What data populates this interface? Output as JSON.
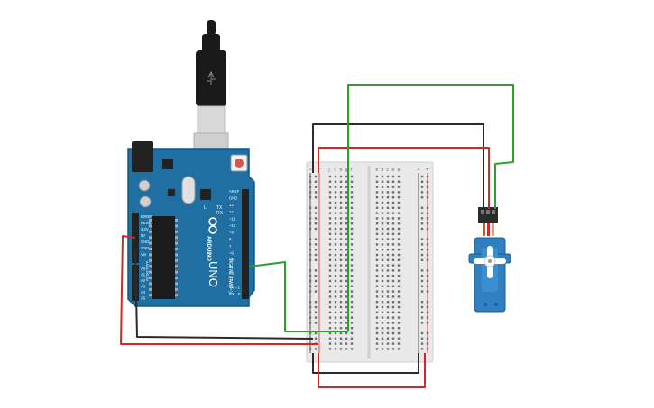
{
  "colors": {
    "board_blue": "#1f6fa3",
    "board_dark": "#17567f",
    "breadboard": "#e9e9e9",
    "hole": "#7a7a7a",
    "wire_red": "#d62728",
    "wire_black": "#2b2b2b",
    "wire_green": "#2ca02c",
    "servo_blue": "#2f7fc1",
    "usb_black": "#1a1a1a",
    "usb_gray": "#cfcfcf"
  },
  "arduino": {
    "brand": "ARDUINO",
    "model": "UNO",
    "digital_label": "DIGITAL (PWM~)",
    "analog_label": "ANALOG IN",
    "power_pins": [
      "IOREF",
      "RESET",
      "3.3V",
      "5V",
      "GND",
      "GND",
      "Vin"
    ],
    "analog_pins": [
      "A0",
      "A1",
      "A2",
      "A3",
      "A4",
      "A5"
    ],
    "digital_pins": [
      "AREF",
      "GND",
      "13",
      "12",
      "~11",
      "~10",
      "~9",
      "8",
      "7",
      "~6",
      "~5",
      "4",
      "~3",
      "2",
      "TX→1",
      "RX←0"
    ],
    "tx_label": "TX",
    "rx_label": "RX",
    "l_label": "L"
  },
  "breadboard": {
    "col_letters_top": [
      "j",
      "i",
      "h",
      "g",
      "f",
      "e",
      "d",
      "c",
      "b",
      "a"
    ],
    "plus": "+",
    "minus": "−"
  },
  "icons": {
    "usb": "usb-cable-icon",
    "servo": "servo-motor-icon"
  }
}
